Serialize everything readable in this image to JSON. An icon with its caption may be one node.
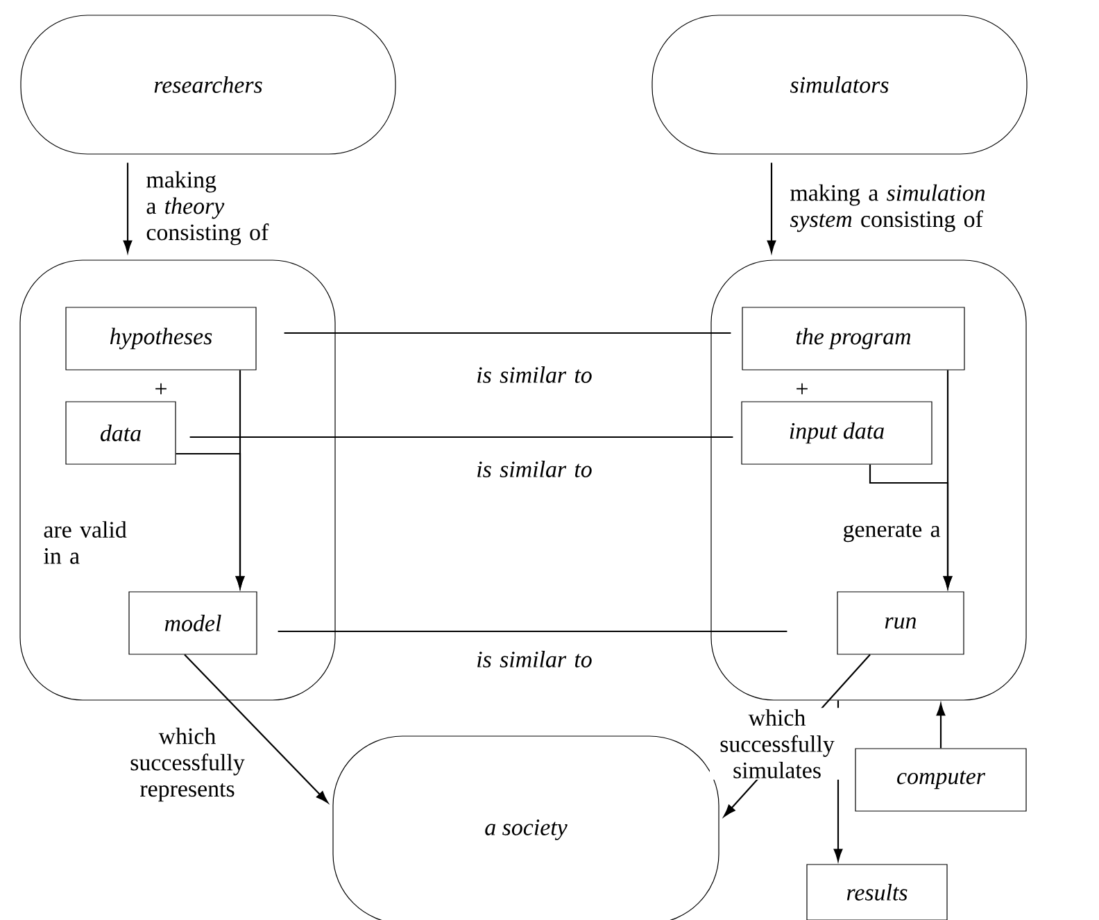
{
  "diagram": {
    "nodes": [
      {
        "text": [
          "researchers"
        ]
      },
      {
        "text": [
          "simulators"
        ]
      },
      {
        "text": [],
        "shape": "box"
      },
      {
        "text": [
          "hypotheses"
        ],
        "in": 2
      },
      {
        "text": [
          "data"
        ],
        "in": 2
      },
      {
        "text": [
          "model"
        ],
        "in": 2
      },
      {
        "text": [],
        "shape": "box"
      },
      {
        "text": [
          "the program"
        ],
        "in": 6
      },
      {
        "text": [
          "input data"
        ],
        "in": 6
      },
      {
        "text": [
          "run"
        ],
        "in": 6
      },
      {
        "text": [
          "a society"
        ]
      },
      {
        "text": [
          "computer"
        ]
      },
      {
        "text": [
          "results"
        ]
      }
    ],
    "edges": [
      {
        "from": 0,
        "to": 2,
        "arrow": "to",
        "label": "making a *theory* consisting of"
      },
      {
        "from": 1,
        "to": 6,
        "arrow": "to",
        "label": "making a *simulation system* consisting of"
      },
      {
        "from": 3,
        "to": 7,
        "arrow": "none",
        "label": "*is similar to*"
      },
      {
        "from": 4,
        "to": 8,
        "arrow": "none",
        "label": "*is similar to*"
      },
      {
        "from": 5,
        "to": 9,
        "arrow": "none",
        "label": "*is similar to*"
      },
      {
        "from": 3,
        "to": 5,
        "arrow": "to",
        "label": "are valid in a"
      },
      {
        "from": 4,
        "to": 5,
        "arrow": "to"
      },
      {
        "from": 7,
        "to": 9,
        "arrow": "to",
        "label": "generate a"
      },
      {
        "from": 8,
        "to": 9,
        "arrow": "to"
      },
      {
        "from": 5,
        "to": 10,
        "arrow": "to",
        "label": "which successfully represents"
      },
      {
        "from": 9,
        "to": 10,
        "arrow": "to",
        "label": "which successfully simulates"
      },
      {
        "from": 6,
        "to": 12,
        "arrow": "to"
      },
      {
        "from": 11,
        "to": 6,
        "arrow": "to"
      }
    ],
    "labels": [
      "+",
      "+"
    ]
  }
}
